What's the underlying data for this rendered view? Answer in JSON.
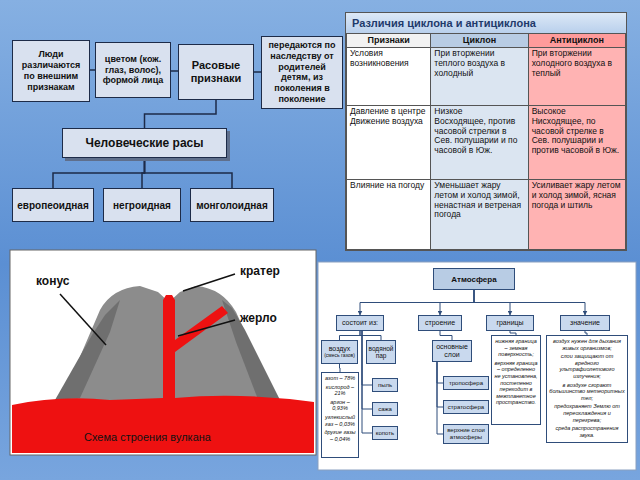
{
  "diagram": {
    "nodes": [
      {
        "text": [
          "Люди различаются по внешним признакам"
        ]
      },
      {
        "text": [
          "цветом (кож. глаз, волос), формой лица"
        ]
      },
      {
        "text": [
          "Расовые признаки"
        ]
      },
      {
        "text": [
          "передаются по наследству от родителей детям, из поколения в поколение"
        ]
      },
      {
        "text": [
          "Человеческие расы"
        ]
      },
      {
        "text": [
          "европеоидная"
        ]
      },
      {
        "text": [
          "негроидная"
        ]
      },
      {
        "text": [
          "монголоидная"
        ]
      },
      {
        "text": [
          "Атмосфера"
        ]
      },
      {
        "text": [
          "состоит из:"
        ]
      },
      {
        "text": [
          "строение"
        ]
      },
      {
        "text": [
          "границы"
        ]
      },
      {
        "text": [
          "значение"
        ]
      },
      {
        "text": [
          "воздух",
          "(смесь газов)"
        ]
      },
      {
        "text": [
          "водяной пар"
        ]
      },
      {
        "text": [
          "основные слои"
        ]
      },
      {
        "text": [
          "нижняя граница – земная поверхность;",
          "верхняя граница – определенно не установлена, постепенно переходит в межпланетное пространство."
        ]
      },
      {
        "text": [
          "воздух нужен для дыхания живых организмов;",
          "слои защищают от вредного ультрафиолетового излучения;",
          "в воздухе сгорают большинство метеоритных тел;",
          "предохраняет Землю от переохлаждения и перегрева;",
          "среда распространения звука."
        ]
      },
      {
        "text": [
          "азот – 78%",
          "кислород – 21%",
          "аргон – 0,93%",
          "углекислый газ – 0,03%",
          "другие газы – 0,04%"
        ]
      },
      {
        "text": [
          "пыль"
        ]
      },
      {
        "text": [
          "тропосфера"
        ]
      },
      {
        "text": [
          "сажа"
        ]
      },
      {
        "text": [
          "стратосфера"
        ]
      },
      {
        "text": [
          "копоть"
        ]
      },
      {
        "text": [
          "верхние слои атмосферы"
        ]
      }
    ],
    "edges": [
      {
        "from": 0,
        "to": 1,
        "arrow": "none"
      },
      {
        "from": 1,
        "to": 2,
        "arrow": "none"
      },
      {
        "from": 2,
        "to": 3,
        "arrow": "none"
      },
      {
        "from": 2,
        "to": 4,
        "arrow": "none"
      },
      {
        "from": 4,
        "to": 5,
        "arrow": "none"
      },
      {
        "from": 4,
        "to": 6,
        "arrow": "none"
      },
      {
        "from": 4,
        "to": 7,
        "arrow": "none"
      },
      {
        "from": 8,
        "to": 9,
        "arrow": "to"
      },
      {
        "from": 8,
        "to": 10,
        "arrow": "to"
      },
      {
        "from": 8,
        "to": 11,
        "arrow": "to"
      },
      {
        "from": 8,
        "to": 12,
        "arrow": "to"
      },
      {
        "from": 9,
        "to": 13,
        "arrow": "none"
      },
      {
        "from": 9,
        "to": 14,
        "arrow": "none"
      },
      {
        "from": 9,
        "to": 19,
        "arrow": "none"
      },
      {
        "from": 9,
        "to": 21,
        "arrow": "none"
      },
      {
        "from": 9,
        "to": 23,
        "arrow": "none"
      },
      {
        "from": 10,
        "to": 15,
        "arrow": "none"
      },
      {
        "from": 15,
        "to": 20,
        "arrow": "none"
      },
      {
        "from": 15,
        "to": 22,
        "arrow": "none"
      },
      {
        "from": 15,
        "to": 24,
        "arrow": "none"
      },
      {
        "from": 11,
        "to": 16,
        "arrow": "none"
      },
      {
        "from": 12,
        "to": 17,
        "arrow": "none"
      },
      {
        "from": 13,
        "to": 18,
        "arrow": "none"
      }
    ],
    "labels": [
      "Различия циклона и антициклона",
      "Признаки",
      "Циклон",
      "Антициклон",
      "Условия возникновения",
      "При вторжении теплого воздуха в холодный",
      "При вторжении холодного воздуха в теплый",
      "Давление в центре",
      "Движение воздуха",
      "Низкое",
      "Восходящее, против часовой стрелки в Сев. полушарии и по часовой в Юж.",
      "Высокое",
      "Нисходящее, по часовой стрелке в Сев. полушарии и против часовой в Юж.",
      "Влияние на погоду",
      "Уменьшает жару летом и холод зимой, ненастная и ветреная погода",
      "Усиливает жару летом и холод зимой, ясная погода и штиль",
      "конус",
      "кратер",
      "жерло",
      "Схема строения вулкана"
    ]
  }
}
